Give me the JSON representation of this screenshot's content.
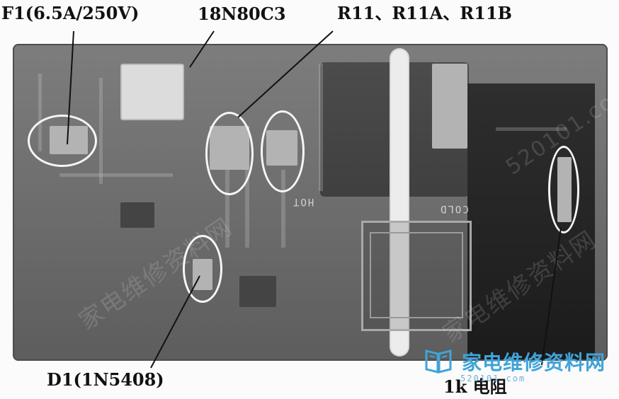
{
  "labels": {
    "f1": "F1(6.5A/250V)",
    "mosfet": "18N80C3",
    "resistors": "R11、R11A、R11B",
    "diode": "D1(1N5408)",
    "resistor_1k": "1k 电阻"
  },
  "board_text": {
    "cold": "COLD",
    "hot": "HOT"
  },
  "watermark": {
    "brand": "家电维修资料网",
    "site": "520101.com"
  },
  "colors": {
    "annotation": "#111111",
    "ellipse": "#f6f6f6",
    "watermark": "#41a3d8"
  }
}
